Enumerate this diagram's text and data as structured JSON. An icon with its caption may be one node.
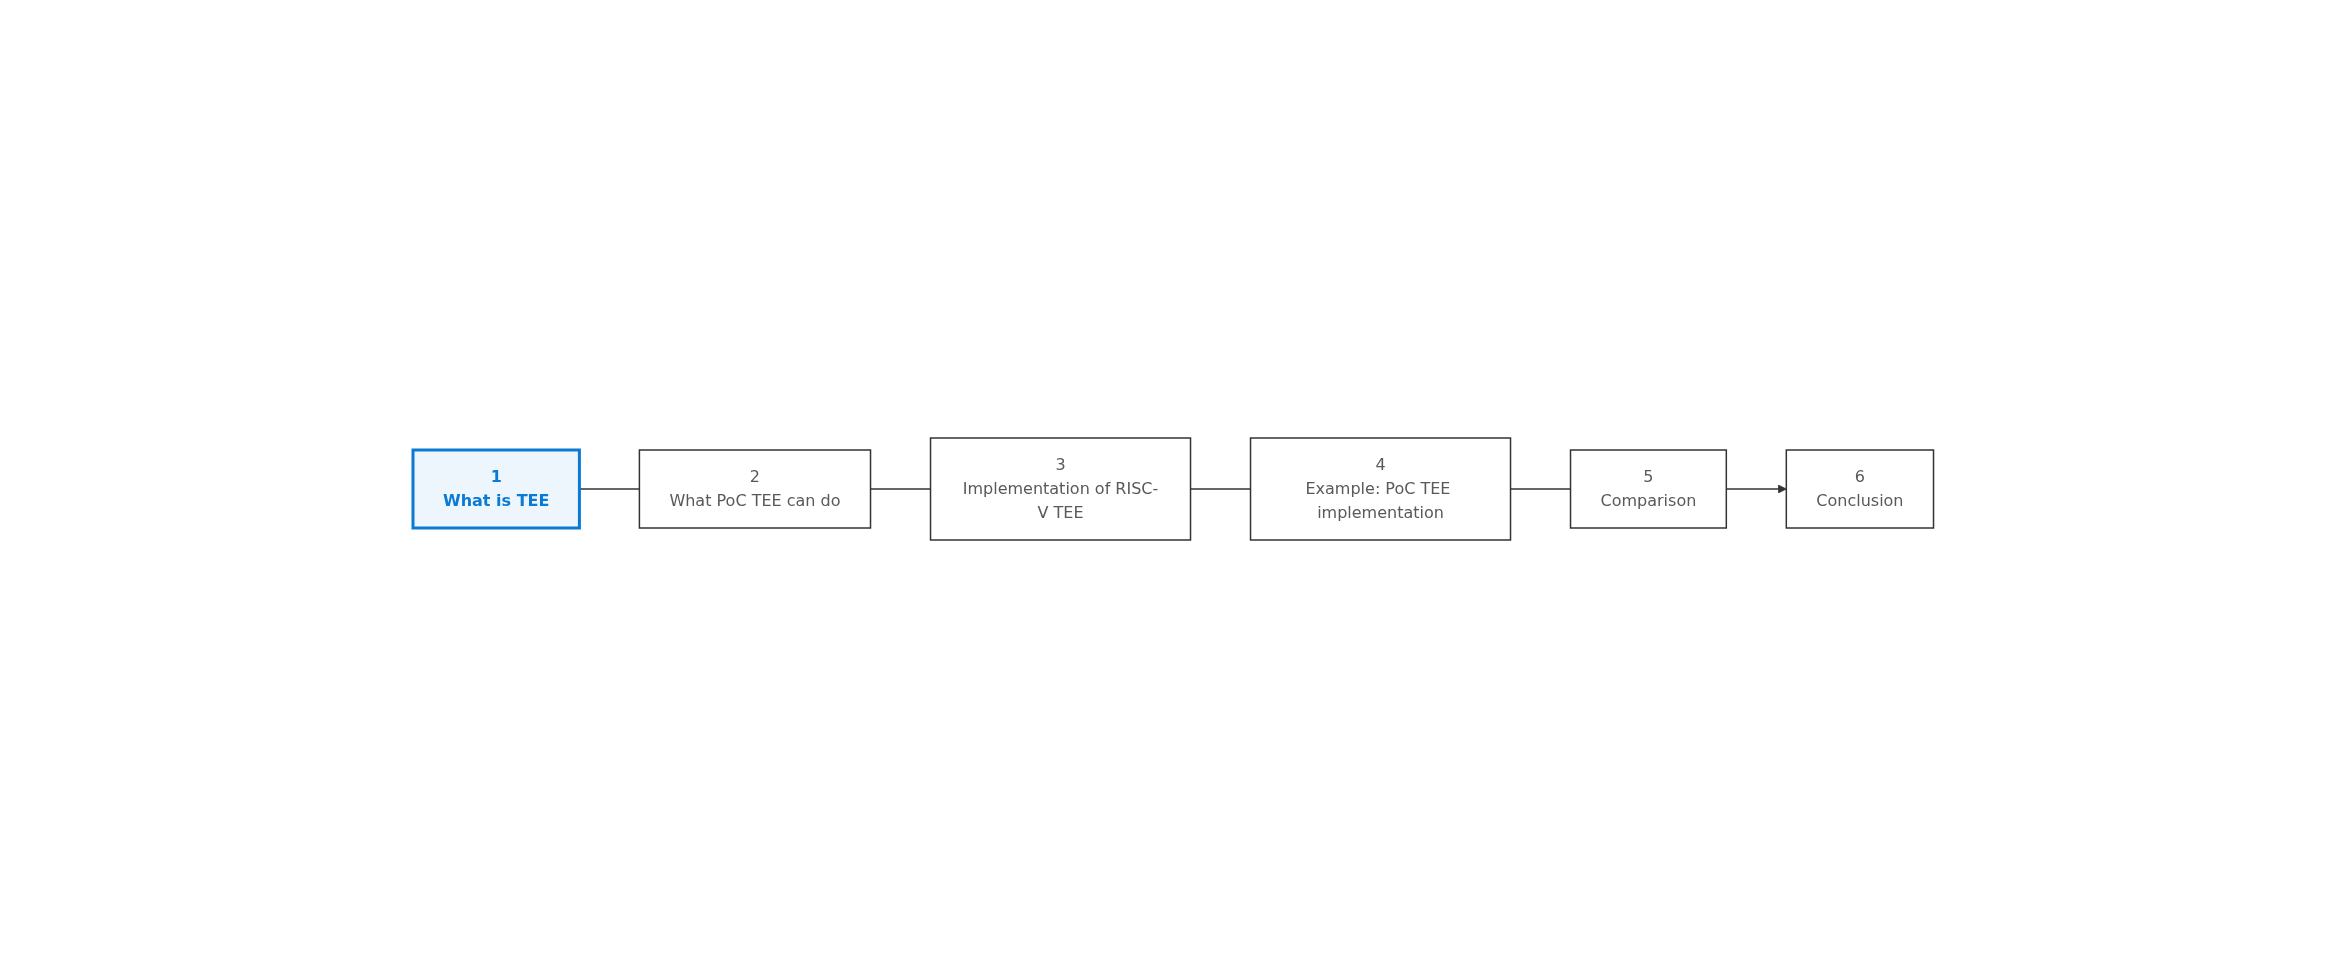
{
  "diagram": {
    "nodes": [
      {
        "text": [
          "1",
          "What is TEE"
        ]
      },
      {
        "text": [
          "2",
          "What PoC TEE can do"
        ]
      },
      {
        "text": [
          "3",
          "Implementation of RISC-V TEE"
        ]
      },
      {
        "text": [
          "4",
          "Example: PoC TEE implementation"
        ]
      },
      {
        "text": [
          "5",
          "Comparison"
        ]
      },
      {
        "text": [
          "6",
          "Conclusion"
        ]
      }
    ],
    "edges": [
      {
        "from": 0,
        "to": 1,
        "arrow": "none"
      },
      {
        "from": 1,
        "to": 2,
        "arrow": "none"
      },
      {
        "from": 2,
        "to": 3,
        "arrow": "none"
      },
      {
        "from": 3,
        "to": 4,
        "arrow": "none"
      },
      {
        "from": 4,
        "to": 5,
        "arrow": "to"
      }
    ]
  }
}
